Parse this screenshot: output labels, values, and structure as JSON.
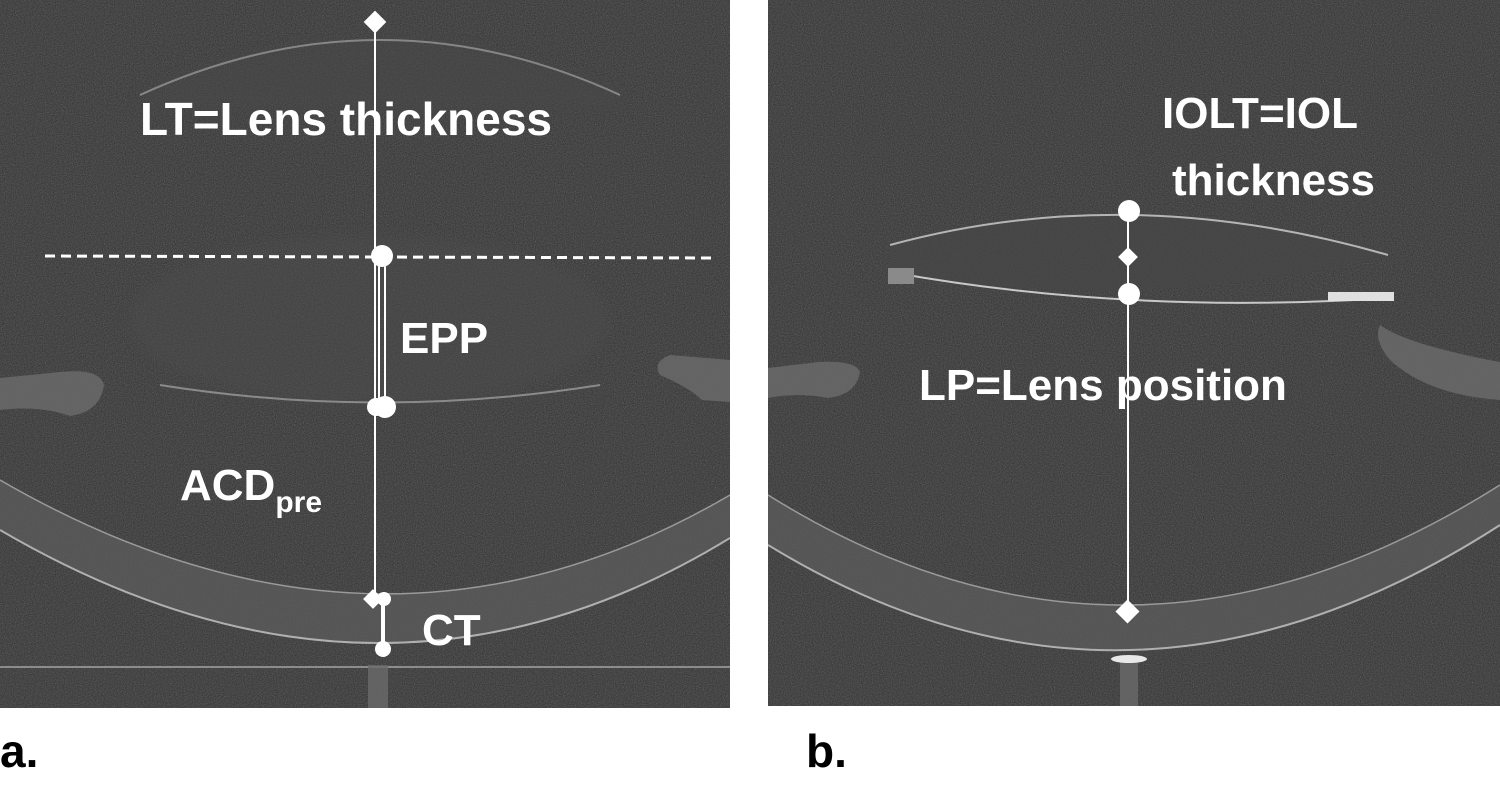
{
  "figure": {
    "panel_a": {
      "letter": "a.",
      "labels": {
        "lens_thickness": "LT=Lens thickness",
        "epp": "EPP",
        "acd_main": "ACD",
        "acd_sub": "pre",
        "ct": "CT"
      }
    },
    "panel_b": {
      "letter": "b.",
      "labels": {
        "iolt_line1": "IOLT=IOL",
        "iolt_line2": "thickness",
        "lens_position": "LP=Lens position"
      }
    }
  },
  "colors": {
    "scan_background": "#2e2e2e",
    "annotation": "#ffffff",
    "page_background": "#ffffff",
    "letter_text": "#000000"
  }
}
